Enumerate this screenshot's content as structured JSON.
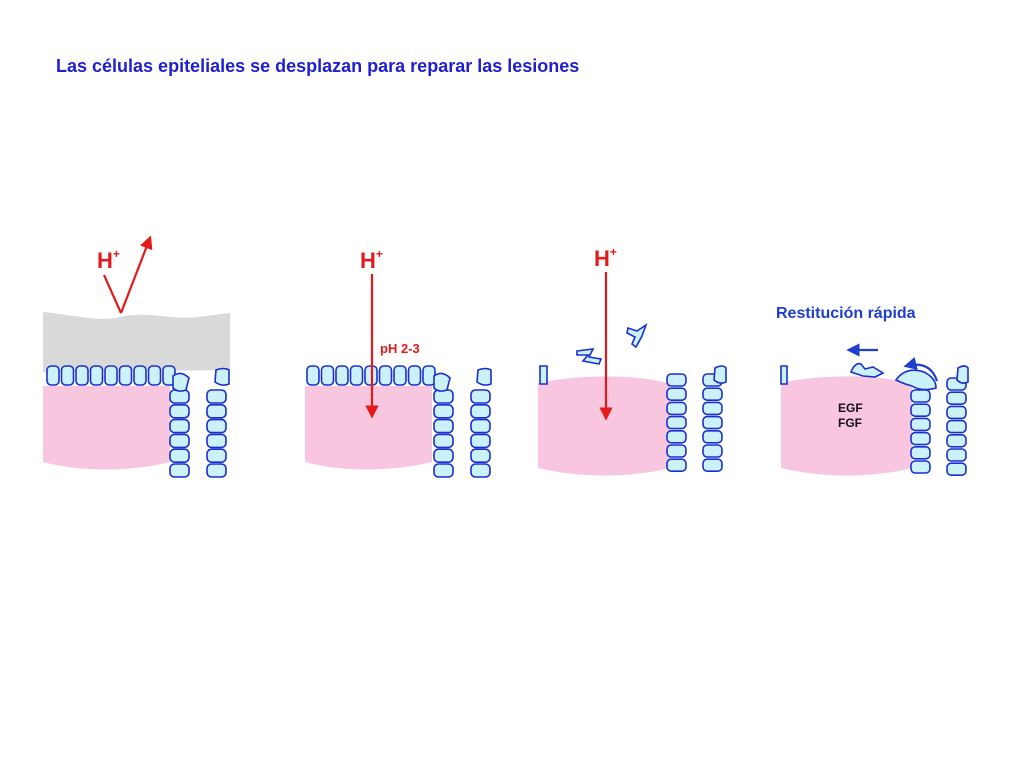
{
  "title": "Las células epiteliales se desplazan para reparar las lesiones",
  "panels": [
    {
      "ion_label": "H",
      "ion_charge": "+"
    },
    {
      "ion_label": "H",
      "ion_charge": "+",
      "ph_label": "pH 2-3"
    },
    {
      "ion_label": "H",
      "ion_charge": "+"
    },
    {
      "restitution_label": "Restitución rápida",
      "factors": [
        "EGF",
        "FGF"
      ]
    }
  ],
  "colors": {
    "title": "#1f1fd0",
    "acid": "#e41a1a",
    "mucus": "#d9d9d9",
    "tissue": "#f9c6df",
    "cell_fill": "#cbf1fb",
    "cell_stroke": "#1b2fd0",
    "migration_arrow": "#1f3fcf"
  }
}
